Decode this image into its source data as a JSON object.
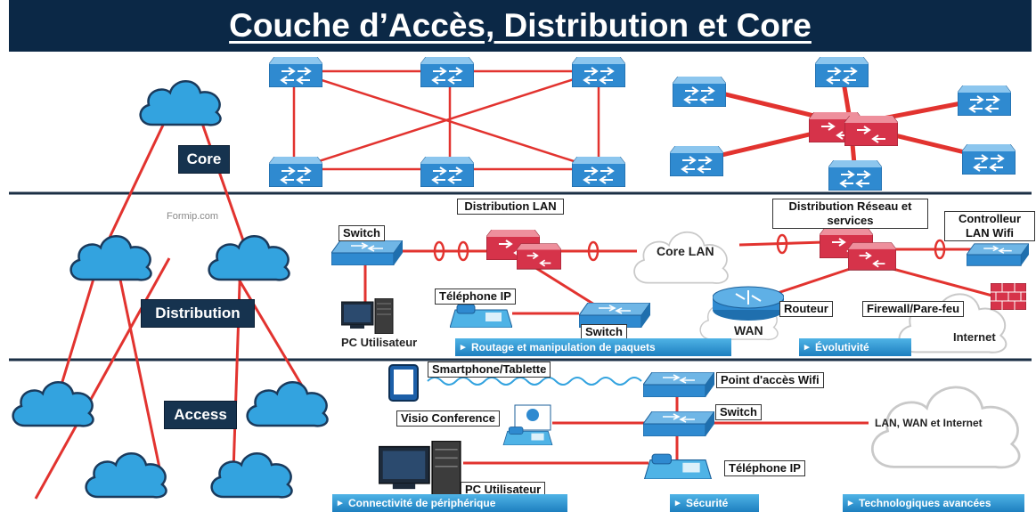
{
  "title": "Couche d’Accès, Distribution et Core",
  "watermark": "Formip.com",
  "layers": {
    "core": "Core",
    "distribution": "Distribution",
    "access": "Access"
  },
  "distribution": {
    "switch": "Switch",
    "dist_lan": "Distribution LAN",
    "core_lan": "Core LAN",
    "dist_services": "Distribution Réseau et services",
    "wifi_controller": "Controlleur LAN Wifi",
    "ip_phone": "Téléphone IP",
    "switch2": "Switch",
    "router": "Routeur",
    "wan": "WAN",
    "firewall": "Firewall/Pare-feu",
    "internet": "Internet",
    "pc": "PC Utilisateur"
  },
  "features_top": [
    "Routage et manipulation de paquets",
    "Évolutivité"
  ],
  "access": {
    "smartphone": "Smartphone/Tablette",
    "wifi_ap": "Point d'accès Wifi",
    "switch": "Switch",
    "visio": "Visio Conference",
    "lan_wan": "LAN, WAN et Internet",
    "ip_phone": "Téléphone IP",
    "pc": "PC Utilisateur"
  },
  "features_bottom": [
    "Connectivité de périphérique",
    "Sécurité",
    "Technologiques avancées"
  ],
  "colors": {
    "title_bg": "#0b2846",
    "link": "#e2332f",
    "device_blue": "#2f8ad0",
    "device_red": "#d6334a",
    "feature": "#2b8fd0"
  }
}
